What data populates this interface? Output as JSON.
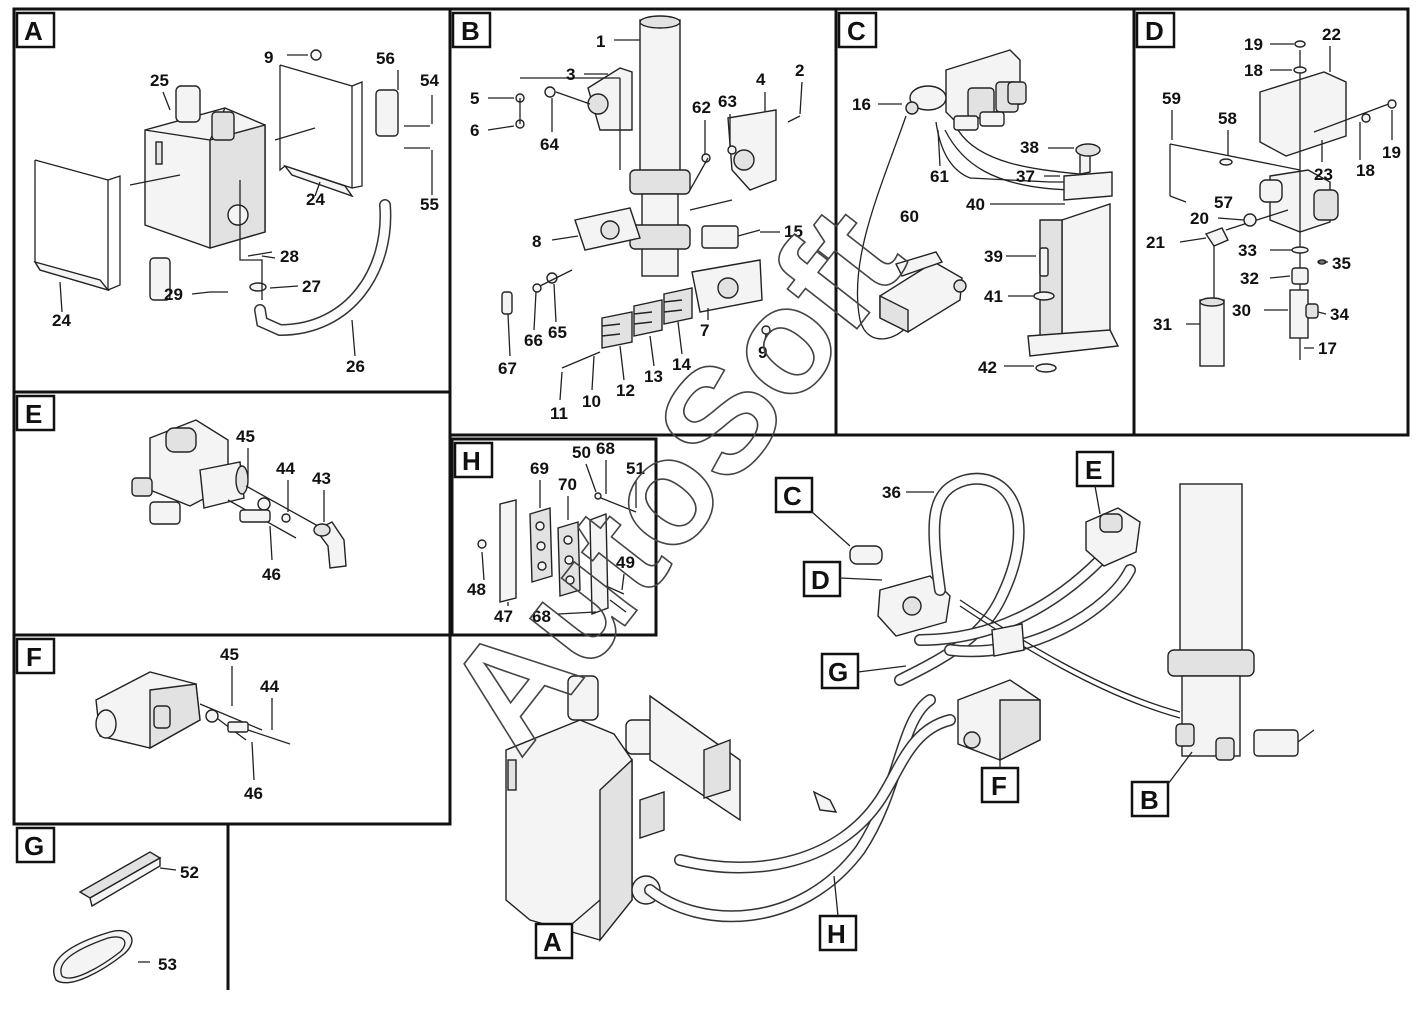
{
  "watermark": "AutoSoft",
  "panels": [
    {
      "letter": "A",
      "labels": [
        "9",
        "56",
        "54",
        "25",
        "24",
        "55",
        "28",
        "27",
        "29",
        "24",
        "26"
      ]
    },
    {
      "letter": "B",
      "labels": [
        "1",
        "3",
        "5",
        "6",
        "64",
        "62",
        "63",
        "4",
        "2",
        "8",
        "15",
        "67",
        "66",
        "65",
        "7",
        "9",
        "12",
        "13",
        "14",
        "11",
        "10"
      ]
    },
    {
      "letter": "C",
      "labels": [
        "16",
        "61",
        "38",
        "37",
        "40",
        "60",
        "39",
        "41",
        "42"
      ]
    },
    {
      "letter": "D",
      "labels": [
        "19",
        "22",
        "18",
        "59",
        "58",
        "18",
        "19",
        "23",
        "57",
        "20",
        "21",
        "33",
        "35",
        "32",
        "30",
        "34",
        "31",
        "17"
      ]
    },
    {
      "letter": "E",
      "labels": [
        "45",
        "44",
        "43",
        "46"
      ]
    },
    {
      "letter": "F",
      "labels": [
        "45",
        "44",
        "46"
      ]
    },
    {
      "letter": "G",
      "labels": [
        "52",
        "53"
      ]
    },
    {
      "letter": "H",
      "labels": [
        "50",
        "68",
        "69",
        "70",
        "51",
        "49",
        "48",
        "47",
        "68"
      ]
    }
  ],
  "overview": {
    "callouts": [
      "C",
      "D",
      "E",
      "G",
      "F",
      "B",
      "A",
      "H"
    ],
    "labels": [
      "36"
    ]
  }
}
